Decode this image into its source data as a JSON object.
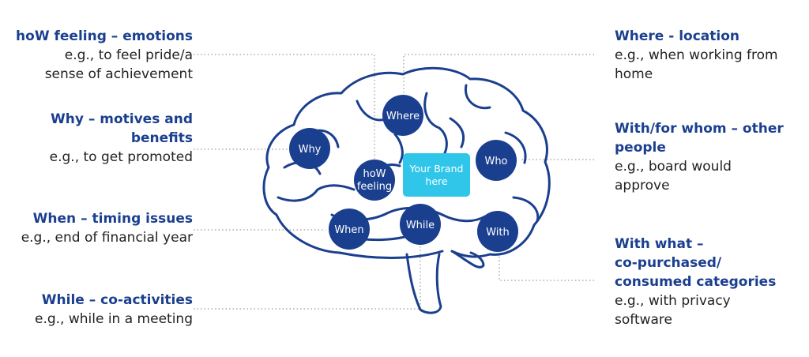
{
  "colors": {
    "accent": "#1b3f8f",
    "node": "#1b3f8f",
    "brand_box": "#2fc6ea",
    "text": "#222222"
  },
  "labels": {
    "how": {
      "heading": "hoW feeling – emotions",
      "line1": "e.g., to feel pride/a",
      "line2": "sense of achievement"
    },
    "why": {
      "heading1": "Why – motives and",
      "heading2": "benefits",
      "line1": "e.g., to get promoted"
    },
    "when": {
      "heading": "When – timing issues",
      "line1": "e.g., end of financial year"
    },
    "while": {
      "heading": "While – co-activities",
      "line1": "e.g., while in a meeting"
    },
    "where": {
      "heading": "Where - location",
      "line1": "e.g., when working from",
      "line2": "home"
    },
    "whom": {
      "heading1": "With/for whom – other",
      "heading2": "people",
      "line1": "e.g., board would",
      "line2": "approve"
    },
    "what": {
      "heading1": "With what –",
      "heading2": "co-purchased/",
      "heading3": "consumed categories",
      "line1": "e.g., with privacy",
      "line2": "software"
    }
  },
  "nodes": {
    "why": "Why",
    "where": "Where",
    "how_line1": "hoW",
    "how_line2": "feeling",
    "who": "Who",
    "when": "When",
    "while": "While",
    "with": "With"
  },
  "brand": {
    "line1": "Your Brand",
    "line2": "here"
  }
}
